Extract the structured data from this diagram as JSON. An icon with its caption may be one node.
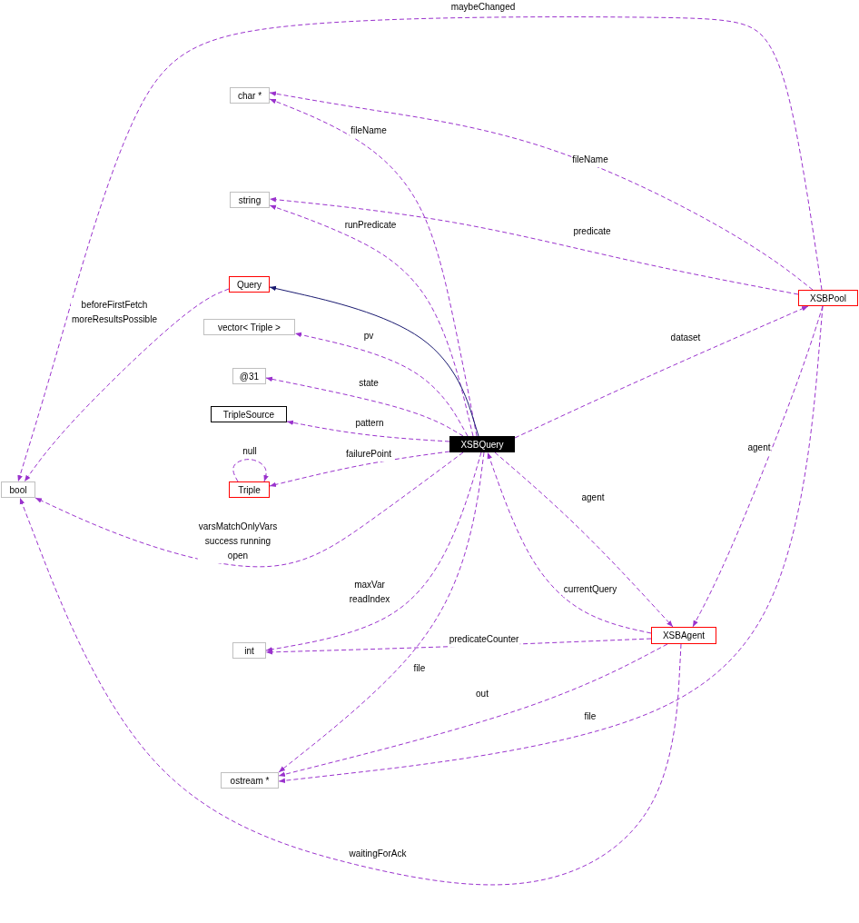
{
  "diagram": {
    "nodes": [
      {
        "text": [
          "char *"
        ]
      },
      {
        "text": [
          "string"
        ]
      },
      {
        "text": [
          "Query"
        ]
      },
      {
        "text": [
          "XSBPool"
        ]
      },
      {
        "text": [
          "vector< Triple >"
        ]
      },
      {
        "text": [
          "@31"
        ]
      },
      {
        "text": [
          "TripleSource"
        ]
      },
      {
        "text": [
          "XSBQuery"
        ]
      },
      {
        "text": [
          "bool"
        ]
      },
      {
        "text": [
          "Triple"
        ]
      },
      {
        "text": [
          "XSBAgent"
        ]
      },
      {
        "text": [
          "int"
        ]
      },
      {
        "text": [
          "ostream *"
        ]
      }
    ],
    "edges": [
      {
        "from": 3,
        "to": 8,
        "arrow": "to",
        "label": "maybeChanged",
        "style": "dashed"
      },
      {
        "from": 3,
        "to": 0,
        "arrow": "to",
        "label": "fileName",
        "style": "dashed"
      },
      {
        "from": 7,
        "to": 0,
        "arrow": "to",
        "label": "fileName",
        "style": "dashed"
      },
      {
        "from": 7,
        "to": 1,
        "arrow": "to",
        "label": "runPredicate",
        "style": "dashed"
      },
      {
        "from": 3,
        "to": 1,
        "arrow": "to",
        "label": "predicate",
        "style": "dashed"
      },
      {
        "from": 7,
        "to": 2,
        "arrow": "to",
        "color": "#191970"
      },
      {
        "from": 2,
        "to": 8,
        "arrow": "to",
        "label": "beforeFirstFetch moreResultsPossible",
        "style": "dashed"
      },
      {
        "from": 7,
        "to": 4,
        "arrow": "to",
        "label": "pv",
        "style": "dashed"
      },
      {
        "from": 7,
        "to": 5,
        "arrow": "to",
        "label": "state",
        "style": "dashed"
      },
      {
        "from": 7,
        "to": 6,
        "arrow": "to",
        "label": "pattern",
        "style": "dashed"
      },
      {
        "from": 7,
        "to": 9,
        "arrow": "to",
        "label": "failurePoint",
        "style": "dashed"
      },
      {
        "from": 9,
        "to": 9,
        "arrow": "to",
        "label": "null",
        "style": "dashed"
      },
      {
        "from": 7,
        "to": 8,
        "arrow": "to",
        "label": "varsMatchOnlyVars success running open",
        "style": "dashed"
      },
      {
        "from": 7,
        "to": 3,
        "arrow": "to",
        "label": "dataset",
        "style": "dashed"
      },
      {
        "from": 3,
        "to": 10,
        "arrow": "to",
        "label": "agent",
        "style": "dashed"
      },
      {
        "from": 7,
        "to": 10,
        "arrow": "to",
        "label": "agent",
        "style": "dashed"
      },
      {
        "from": 10,
        "to": 7,
        "arrow": "to",
        "label": "currentQuery",
        "style": "dashed"
      },
      {
        "from": 7,
        "to": 11,
        "arrow": "to",
        "label": "maxVar readIndex",
        "style": "dashed"
      },
      {
        "from": 10,
        "to": 11,
        "arrow": "to",
        "label": "predicateCounter",
        "style": "dashed"
      },
      {
        "from": 7,
        "to": 12,
        "arrow": "to",
        "label": "file",
        "style": "dashed"
      },
      {
        "from": 10,
        "to": 12,
        "arrow": "to",
        "label": "out",
        "style": "dashed"
      },
      {
        "from": 3,
        "to": 12,
        "arrow": "to",
        "label": "file",
        "style": "dashed"
      },
      {
        "from": 10,
        "to": 8,
        "arrow": "to",
        "label": "waitingForAck",
        "style": "dashed"
      }
    ]
  }
}
